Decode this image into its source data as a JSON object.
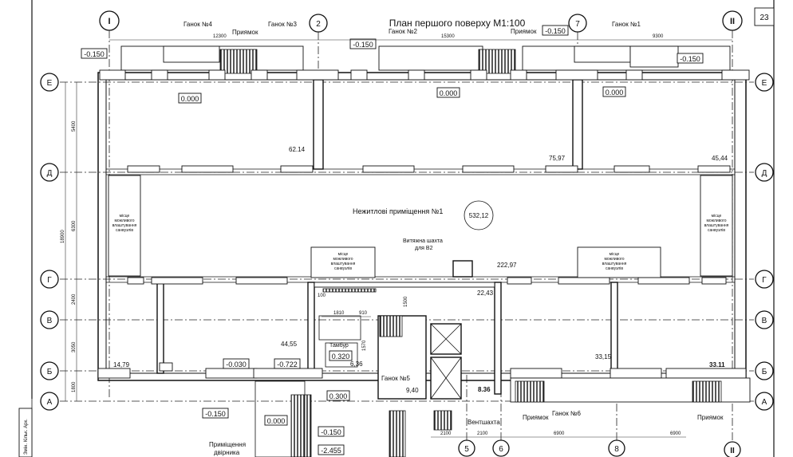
{
  "sheet": {
    "number": "23",
    "title": "План першого поверху М1:100",
    "stamp_text": "Змін. Кільк. Арк."
  },
  "axes_letters": [
    "Е",
    "Д",
    "Г",
    "В",
    "Б",
    "А"
  ],
  "axes_top": [
    "I",
    "2",
    "7",
    "II"
  ],
  "axes_bottom": [
    "5",
    "6",
    "8",
    "II"
  ],
  "porches": {
    "p4": "Ганок №4",
    "p3": "Ганок №3",
    "p2": "Ганок №2",
    "p1": "Ганок №1",
    "p5": "Ганок №5",
    "p6": "Ганок №6"
  },
  "pits": {
    "a": "Приямок",
    "b": "Приямок",
    "c": "Приямок",
    "d": "Приямок"
  },
  "levels": {
    "l_top_left": "-0.150",
    "l_top_mid": "-0.150",
    "l_top_r1": "-0.150",
    "l_top_r2": "-0.150",
    "l_room1": "0.000",
    "l_room2": "0.000",
    "l_room3": "0.000",
    "l_030": "-0.030",
    "l_722": "-0.722",
    "l_320": "0.320",
    "l_300": "0.300",
    "l_bl": "-0.150",
    "l_b2": "0.000",
    "l_b3": "-0.150",
    "l_b4": "-2.455"
  },
  "areas": {
    "a1": "62.14",
    "a2": "75,97",
    "a3": "45,44",
    "a4": "532,12",
    "a5": "222,97",
    "a6": "22,43",
    "a7": "44,55",
    "a8": "14,79",
    "a9": "6,36",
    "a10": "9,40",
    "a11": "8.36",
    "a12": "33,15",
    "a13": "33.11"
  },
  "labels": {
    "main_room": "Нежитлові приміщення №1",
    "shaft": "Витяжна шахта",
    "shaft2": "для В2",
    "vent": "Вентшахта",
    "tambur": "Тамбур",
    "janitor1": "Приміщення",
    "janitor2": "двірника",
    "sanitary": "місце\nможливого\nвлаштування\nсанвузлів"
  },
  "dims": {
    "d1": "12300",
    "d2": "15300",
    "d3": "9300",
    "v1": "5400",
    "v2": "6300",
    "v3": "18900",
    "v4": "2400",
    "v5": "3050",
    "v6": "1800",
    "s1": "1810",
    "s2": "910",
    "s3": "1500",
    "s4": "1570",
    "s5": "100",
    "s6": "2100",
    "s7": "2100",
    "s8": "6900",
    "s9": "6900"
  }
}
